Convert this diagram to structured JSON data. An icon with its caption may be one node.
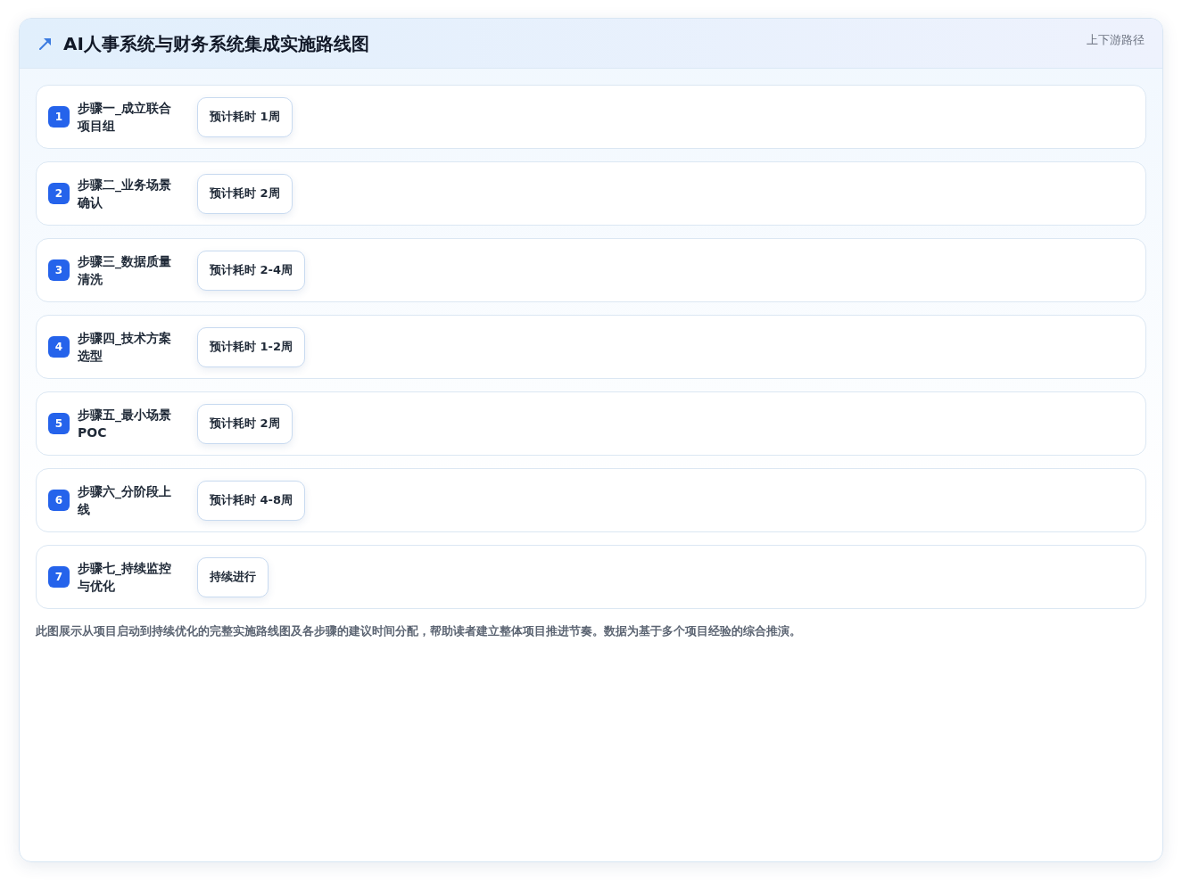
{
  "diagram": {
    "title": "AI人事系统与财务系统集成实施路线图",
    "nodes": [
      {
        "text": [
          "步骤一_成立联合项目组"
        ]
      },
      {
        "text": [
          "1"
        ],
        "in": 0
      },
      {
        "text": [
          "预计耗时 1周"
        ],
        "in": 0
      },
      {
        "text": [
          "步骤二_业务场景确认"
        ]
      },
      {
        "text": [
          "2"
        ],
        "in": 3
      },
      {
        "text": [
          "预计耗时 2周"
        ],
        "in": 3
      },
      {
        "text": [
          "步骤三_数据质量清洗"
        ]
      },
      {
        "text": [
          "3"
        ],
        "in": 6
      },
      {
        "text": [
          "预计耗时 2-4周"
        ],
        "in": 6
      },
      {
        "text": [
          "步骤四_技术方案选型"
        ]
      },
      {
        "text": [
          "4"
        ],
        "in": 9
      },
      {
        "text": [
          "预计耗时 1-2周"
        ],
        "in": 9
      },
      {
        "text": [
          "步骤五_最小场景POC"
        ]
      },
      {
        "text": [
          "5"
        ],
        "in": 12
      },
      {
        "text": [
          "预计耗时 2周"
        ],
        "in": 12
      },
      {
        "text": [
          "步骤六_分阶段上线"
        ]
      },
      {
        "text": [
          "6"
        ],
        "in": 15
      },
      {
        "text": [
          "预计耗时 4-8周"
        ],
        "in": 15
      },
      {
        "text": [
          "步骤七_持续监控与优化"
        ]
      },
      {
        "text": [
          "7"
        ],
        "in": 18
      },
      {
        "text": [
          "持续进行"
        ],
        "in": 18
      }
    ],
    "labels": [
      "上下游路径"
    ],
    "caption": "此图展示从项目启动到持续优化的完整实施路线图及各步骤的建议时间分配，帮助读者建立整体项目推进节奏。数据为基于多个项目经验的综合推演。"
  }
}
